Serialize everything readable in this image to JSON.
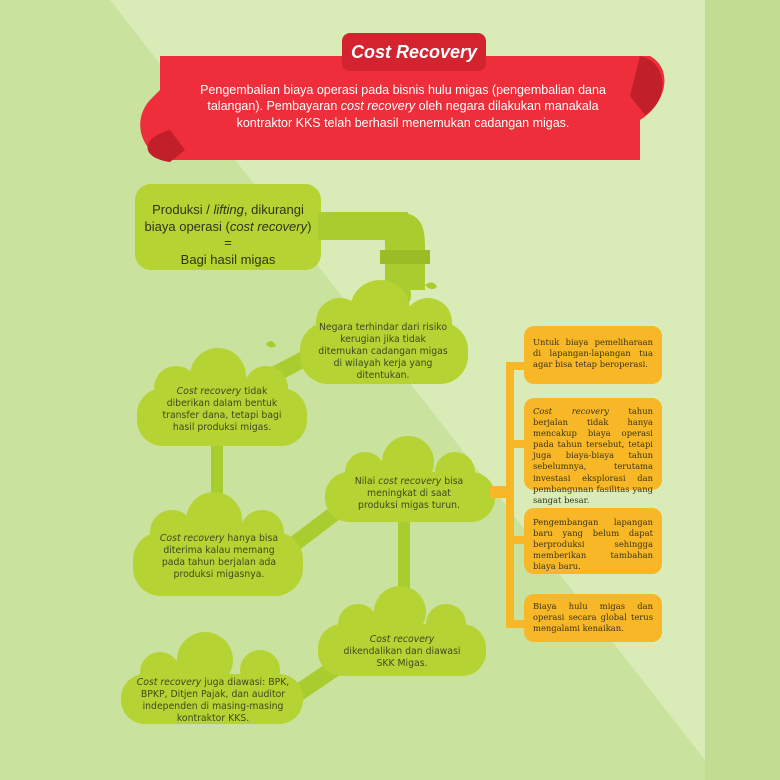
{
  "header": {
    "title": "Cost Recovery",
    "description_parts": [
      "Pengembalian biaya operasi pada bisnis hulu migas (pengembalian dana talangan). Pembayaran ",
      "cost recovery",
      " oleh negara dilakukan manakala kontraktor KKS telah berhasil menemukan cadangan migas."
    ]
  },
  "top_box": {
    "line1_a": "Produksi / ",
    "line1_b": "lifting",
    "line1_c": ", dikurangi",
    "line2_a": "biaya operasi (",
    "line2_b": "cost recovery",
    "line2_c": ") =",
    "line3": "Bagi hasil migas"
  },
  "clouds": {
    "c1": "Negara terhindar dari risiko kerugian jika tidak ditemukan cadangan migas di wilayah kerja yang ditentukan.",
    "c2_em": "Cost recovery",
    "c2_rest": " tidak diberikan dalam bentuk transfer dana, tetapi bagi hasil produksi migas.",
    "c3_pre": "Nilai ",
    "c3_em": "cost recovery",
    "c3_rest": " bisa meningkat di saat produksi migas turun.",
    "c4_em": "Cost recovery",
    "c4_rest": " hanya bisa diterima kalau memang pada tahun berjalan ada produksi migasnya.",
    "c5_em": "Cost recovery",
    "c5_rest": " dikendalikan dan diawasi SKK Migas.",
    "c6_em": "Cost recovery",
    "c6_rest": " juga diawasi: BPK, BPKP, Ditjen Pajak, dan auditor independen di masing-masing kontraktor KKS."
  },
  "boxes": {
    "b1": "Untuk biaya pemeliharaan di lapangan-lapangan tua agar bisa tetap beroperasi.",
    "b2_em": "Cost recovery",
    "b2_rest": " tahun berjalan tidak hanya mencakup biaya operasi pada tahun tersebut, tetapi juga biaya-biaya tahun sebelumnya, terutama investasi eksplorasi dan pembangunan fasilitas yang sangat besar.",
    "b3": "Pengembangan lapangan baru yang belum dapat berproduksi sehingga memberikan tambahan biaya baru.",
    "b4": "Biaya hulu migas dan operasi secara global terus mengalami kenaikan."
  },
  "colors": {
    "background": "#c9e29e",
    "background_light": "#d9ebb7",
    "banner_red": "#ee2e3a",
    "banner_dark": "#c11f2a",
    "cloud_green": "#b6d334",
    "pipe_green": "#a9cc2e",
    "box_orange": "#f7b726"
  }
}
